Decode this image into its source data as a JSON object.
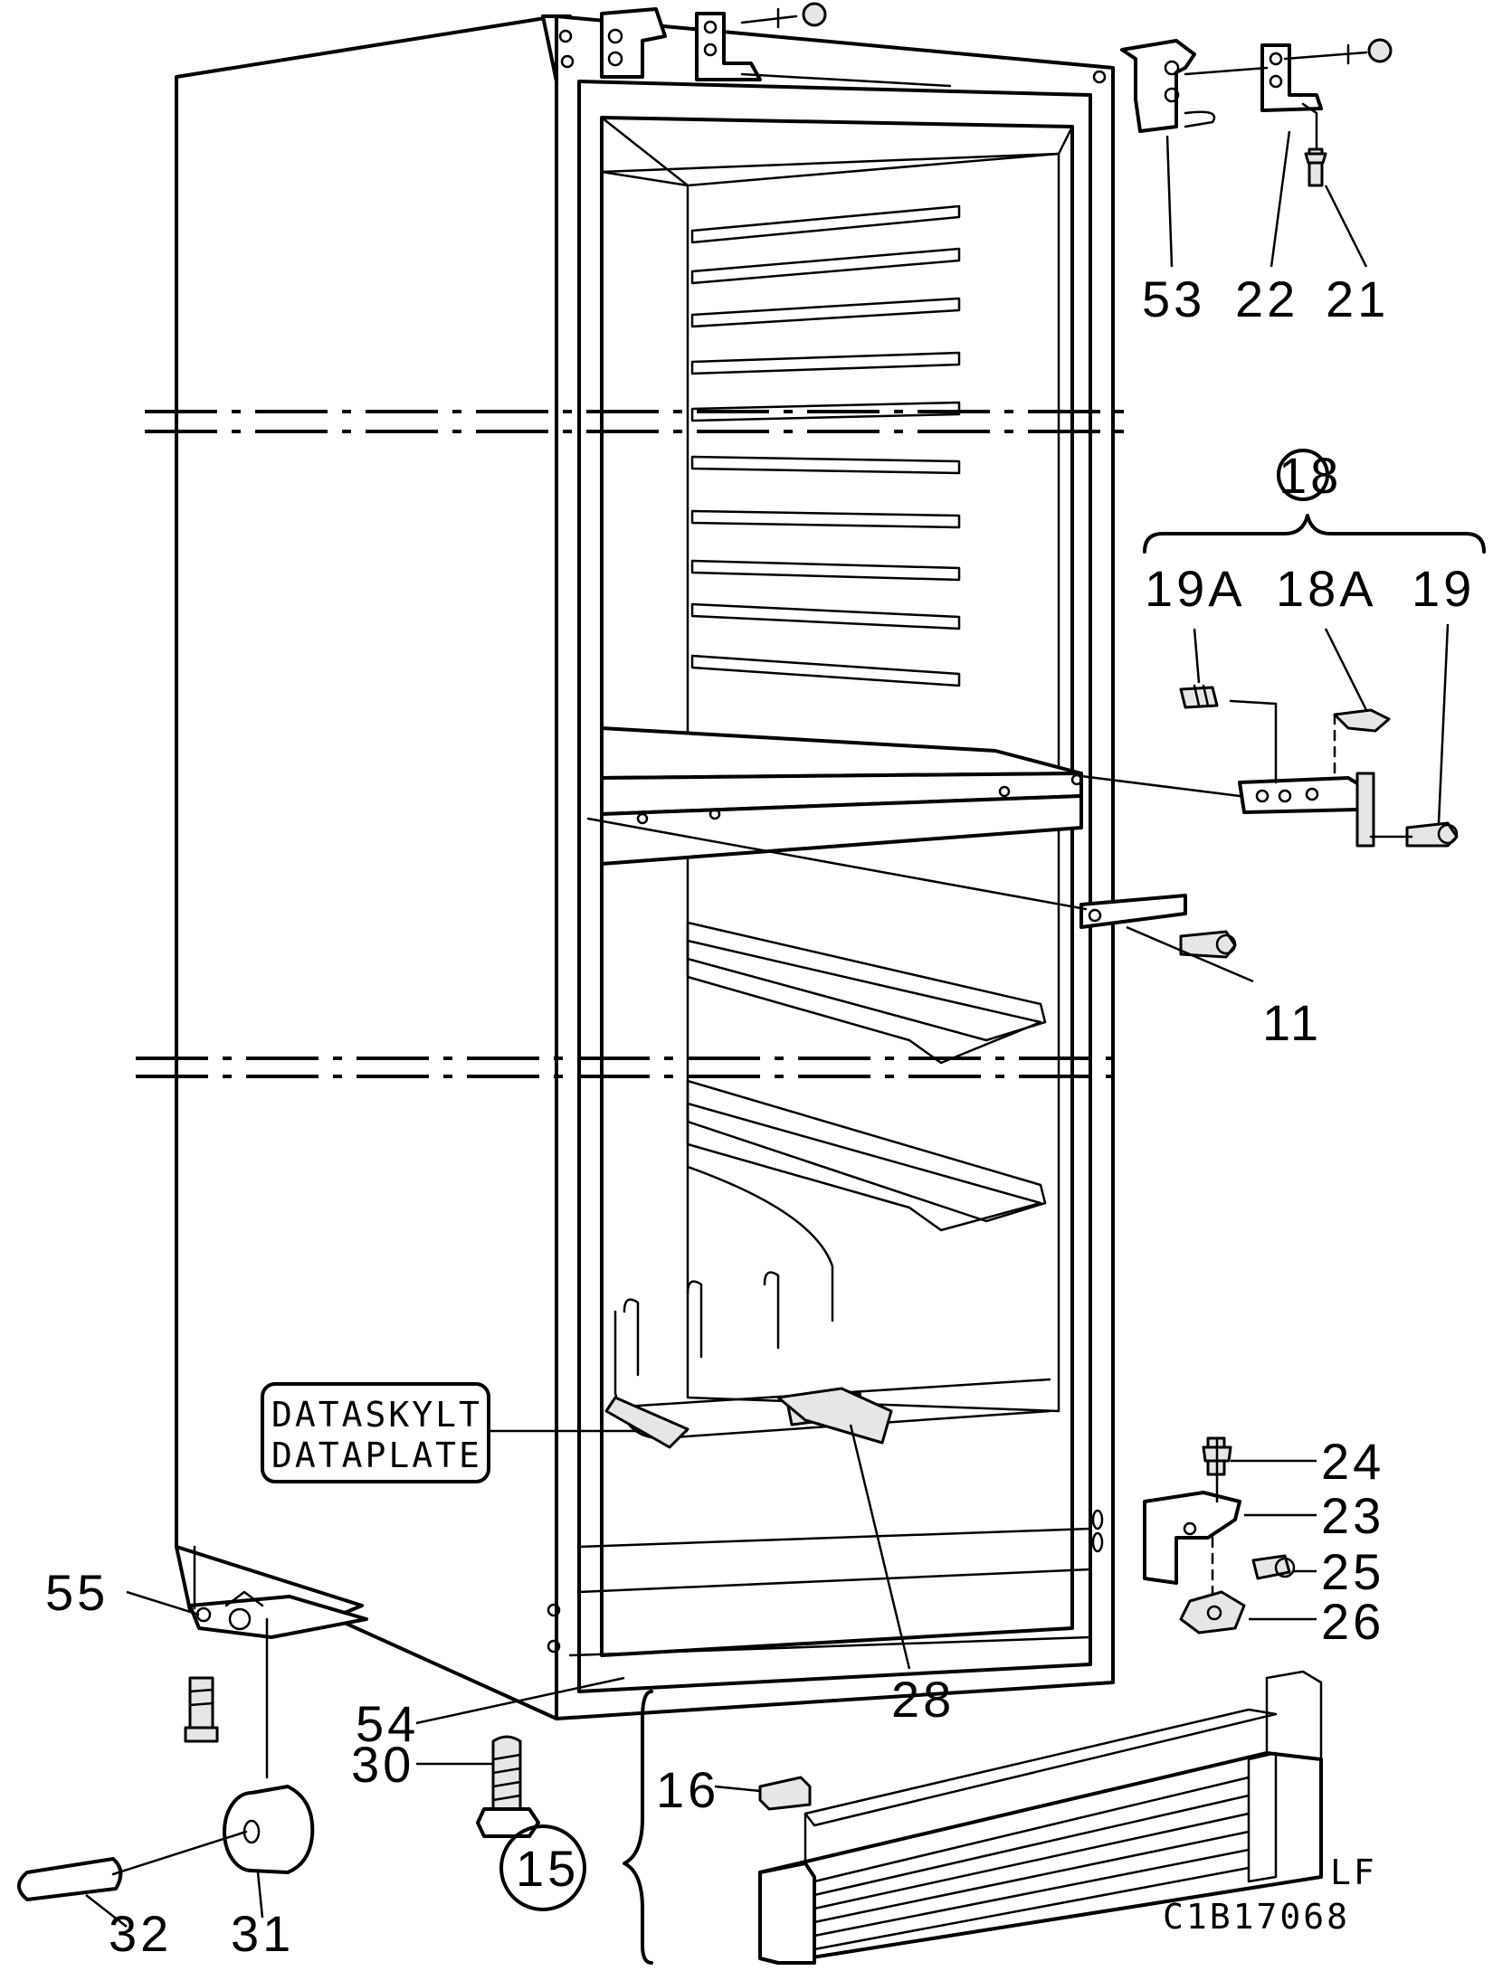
{
  "labels": {
    "p53": "53",
    "p22": "22",
    "p21": "21",
    "p18": "18",
    "p19a": "19A",
    "p18a": "18A",
    "p19": "19",
    "p11": "11",
    "p24": "24",
    "p23": "23",
    "p25": "25",
    "p26": "26",
    "p28": "28",
    "p55": "55",
    "p54": "54",
    "p30": "30",
    "p16": "16",
    "p15": "15",
    "p32": "32",
    "p31": "31"
  },
  "dataplate": {
    "line1": "DATASKYLT",
    "line2": "DATAPLATE"
  },
  "footer": {
    "code_lf": "LF",
    "code_id": "C1B17068"
  }
}
